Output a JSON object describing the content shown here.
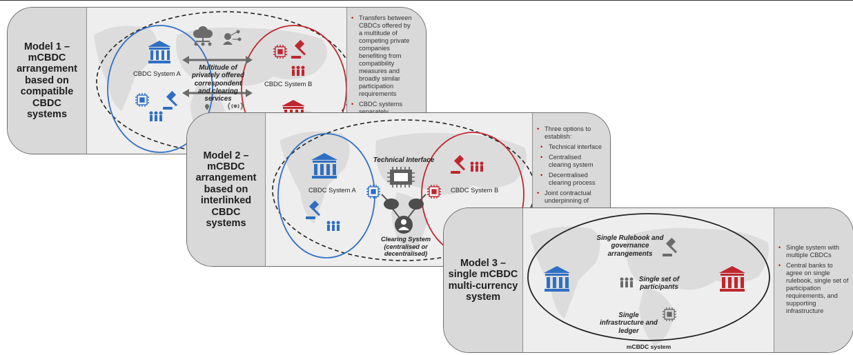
{
  "colors": {
    "blue": "#2e6fc4",
    "red": "#c0262d",
    "gray": "#6b6b6b",
    "panel": "#d9d9d9",
    "map": "#eeeeee"
  },
  "model1": {
    "title": "Model 1 – mCBDC arrangement based on compatible CBDC systems",
    "system_a": "CBDC System A",
    "system_b": "CBDC System B",
    "center_text": "Multitude of privately offered correspondent and clearing services",
    "bullets": [
      "Transfers between CBDCs offered by a multitude of competing private companies benefiting from compatibility measures and broadly similar participation requirements",
      "CBDC systems separately determine rulebook and"
    ],
    "icons": [
      "bank-icon",
      "chip-icon",
      "gavel-icon",
      "people-icon",
      "cloud-network-icon",
      "user-network-icon",
      "wireless-icon"
    ]
  },
  "model2": {
    "title": "Model 2 – mCBDC arrangement based on interlinked CBDC systems",
    "system_a": "CBDC System A",
    "system_b": "CBDC System B",
    "technical_interface": "Technical Interface",
    "clearing_system": "Clearing System (centralised or decentralised)",
    "intro": "Three options to establish:",
    "options": [
      "Technical interface",
      "Centralised clearing system",
      "Decentralised clearing process"
    ],
    "bullets": [
      "Joint contractual underpinning of"
    ]
  },
  "model3": {
    "title": "Model 3 – single mCBDC multi-currency system",
    "rulebook": "Single Rulebook and governance arrangements",
    "participants": "Single set of participants",
    "infrastructure": "Single infrastructure and ledger",
    "footer": "mCBDC system",
    "bullets": [
      "Single system with multiple CBDCs",
      "Central banks to agree on single rulebook, single set of participation requirements, and supporting infrastructure"
    ]
  }
}
